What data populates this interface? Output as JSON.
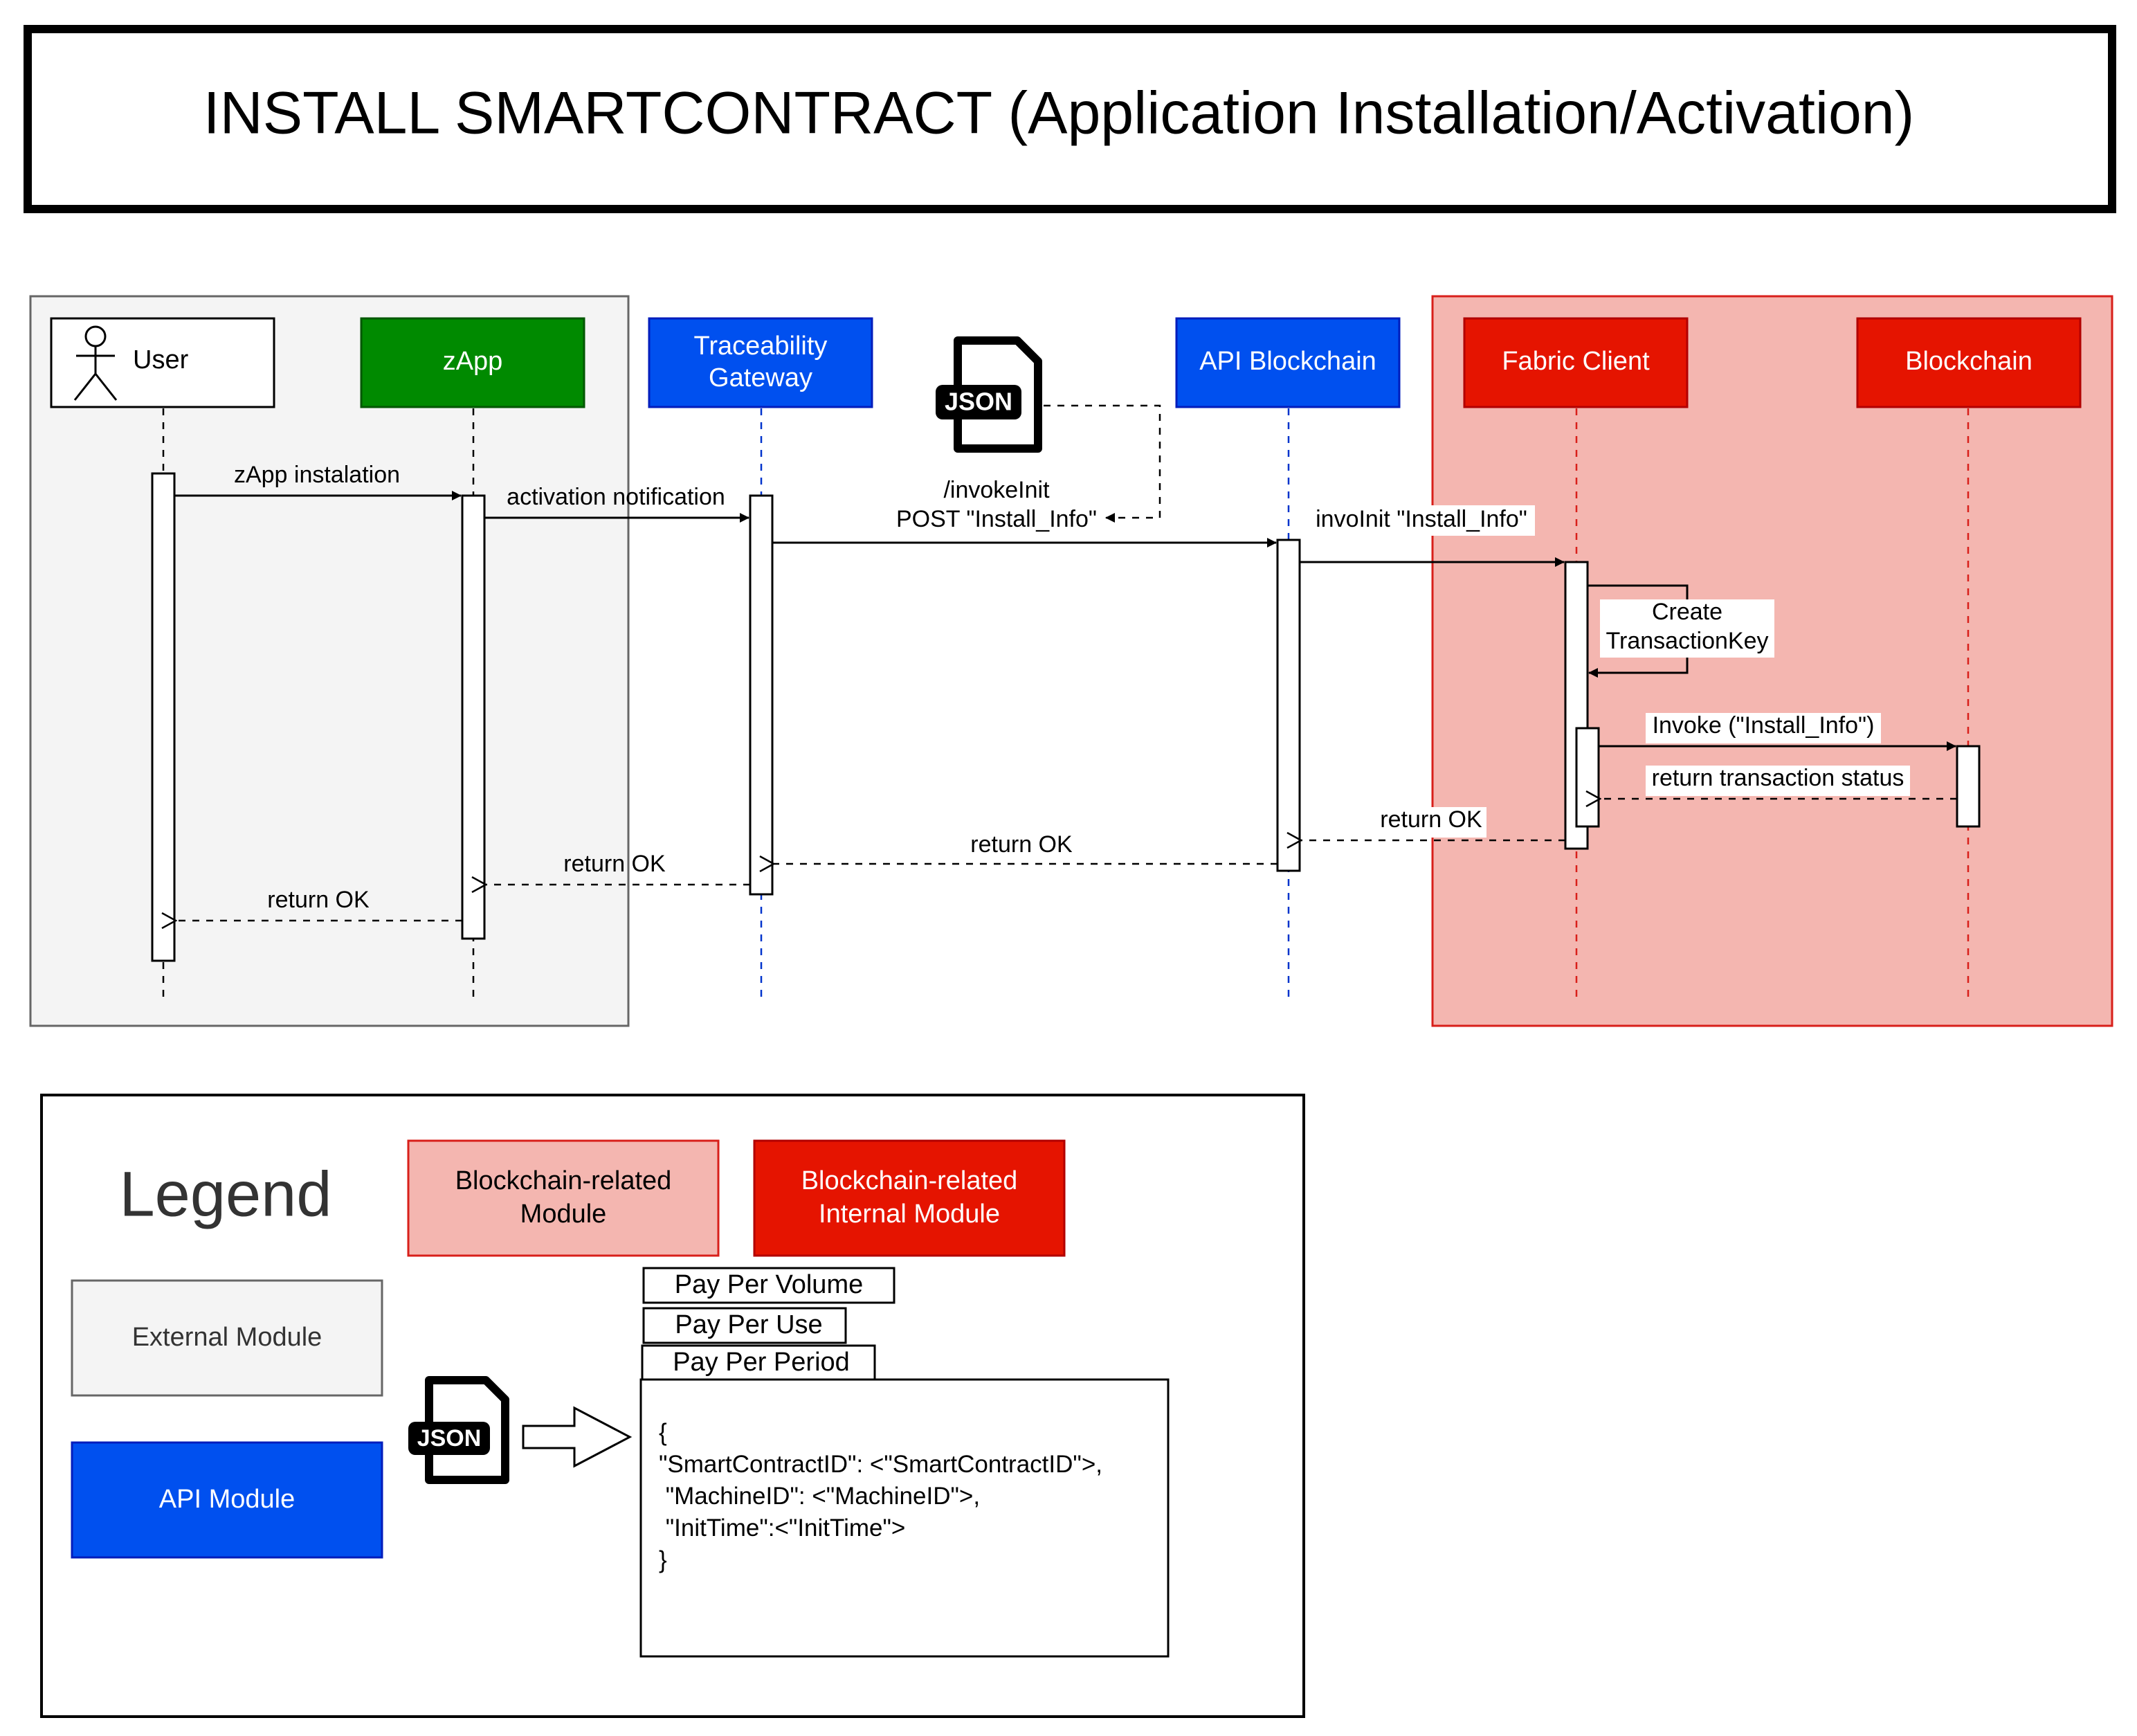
{
  "title": "INSTALL SMARTCONTRACT (Application Installation/Activation)",
  "participants": {
    "user": "User",
    "zapp": "zApp",
    "gateway_line1": "Traceability",
    "gateway_line2": "Gateway",
    "api": "API Blockchain",
    "fabric": "Fabric Client",
    "blockchain": "Blockchain"
  },
  "messages": {
    "m1": "zApp instalation",
    "m2": "activation notification",
    "m3_line1": "/invokeInit",
    "m3_line2": "POST \"Install_Info\"",
    "m4": "invoInit \"Install_Info\"",
    "self_line1": "Create",
    "self_line2": "TransactionKey",
    "m5": "Invoke (\"Install_Info\")",
    "r1": "return transaction status",
    "r2": "return OK",
    "r3": "return OK",
    "r4": "return OK",
    "r5": "return OK"
  },
  "json_icon_label": "JSON",
  "legend": {
    "title": "Legend",
    "blockchain_module_line1": "Blockchain-related",
    "blockchain_module_line2": "Module",
    "internal_module_line1": "Blockchain-related",
    "internal_module_line2": "Internal Module",
    "external_module": "External Module",
    "api_module": "API Module",
    "tab1": "Pay Per Volume",
    "tab2": "Pay Per Use",
    "tab3": "Pay Per Period",
    "code": "{\n\"SmartContractID\": <\"SmartContractID\">,\n \"MachineID\": <\"MachineID\">,\n \"InitTime\":<\"InitTime\">\n}"
  },
  "colors": {
    "green": "#008a00",
    "blue": "#0050ef",
    "red": "#e51400",
    "pink": "#f4b6b0",
    "grey": "#f4f4f4"
  }
}
